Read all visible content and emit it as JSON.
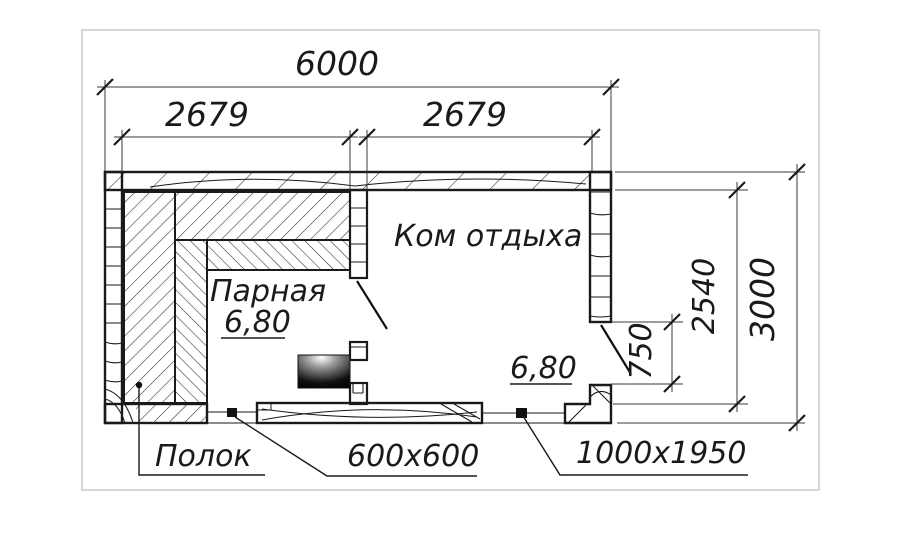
{
  "plan": {
    "dims": {
      "width_total": "6000",
      "span_left": "2679",
      "span_right": "2679",
      "depth_total": "3000",
      "depth_inner": "2540",
      "door_opening": "750"
    },
    "rooms": {
      "rest": {
        "name": "Ком отдыха",
        "area": "6,80"
      },
      "steam": {
        "name": "Парная",
        "area": "6,80"
      }
    },
    "callouts": {
      "bench": "Полок",
      "window": "600х600",
      "door": "1000х1950"
    },
    "colors": {
      "line": "#1a1a1a",
      "frame": "#c9c9c9",
      "background": "#ffffff"
    }
  }
}
